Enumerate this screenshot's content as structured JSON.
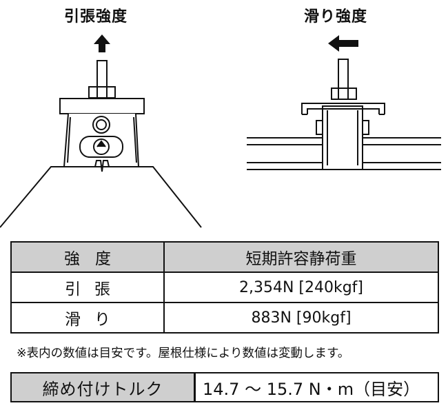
{
  "figures": {
    "tension_title": "引張強度",
    "slip_title": "滑り強度"
  },
  "table": {
    "header": {
      "col1": "強度",
      "col2": "短期許容静荷重"
    },
    "rows": [
      {
        "label": "引張",
        "value": "2,354N [240kgf]"
      },
      {
        "label": "滑り",
        "value": "883N [90kgf]"
      }
    ]
  },
  "note": "※表内の数値は目安です。屋根仕様により数値は変動します。",
  "torque": {
    "label": "締め付けトルク",
    "value": "14.7 ～ 15.7 N・m（目安）"
  }
}
